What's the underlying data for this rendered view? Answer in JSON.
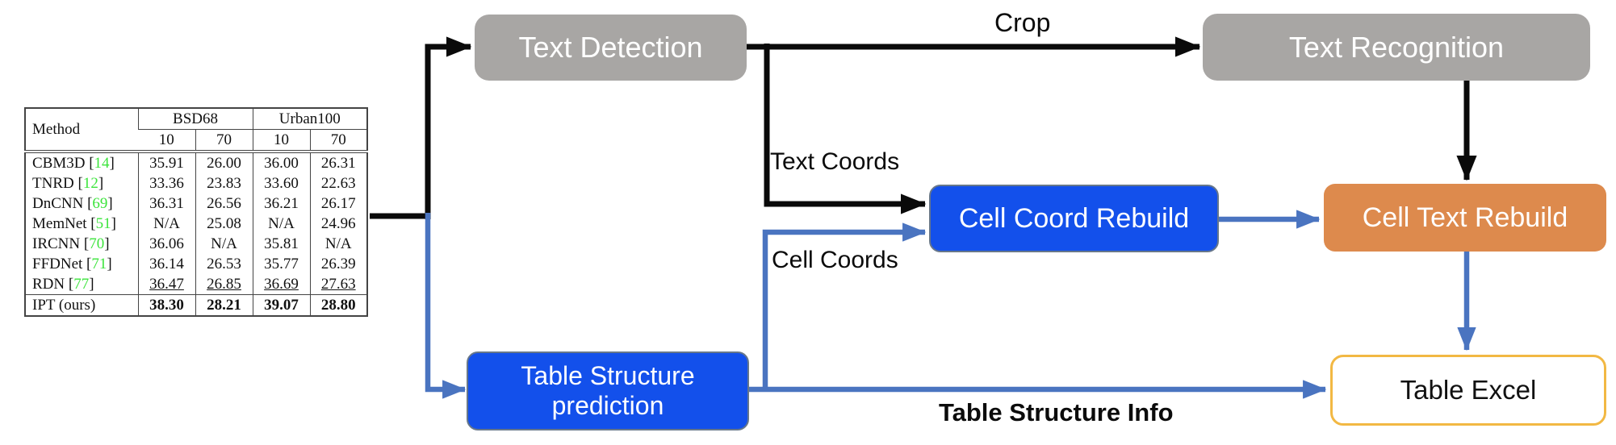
{
  "colors": {
    "box_gray": "#a8a6a4",
    "box_blue": "#1350eb",
    "box_orange": "#dd8a4d",
    "excel_border": "#f2b843",
    "arrow_blue": "#4a74c0",
    "arrow_black": "#0a0a0a",
    "citation_green": "#3ce43c"
  },
  "flow": {
    "text_detection": "Text Detection",
    "text_recognition": "Text Recognition",
    "cell_coord_rebuild": "Cell Coord Rebuild",
    "cell_text_rebuild": "Cell Text Rebuild",
    "table_structure_prediction_line1": "Table Structure",
    "table_structure_prediction_line2": "prediction",
    "table_excel": "Table Excel"
  },
  "edge_labels": {
    "crop": "Crop",
    "text_coords": "Text Coords",
    "cell_coords": "Cell Coords",
    "table_structure_info": "Table Structure Info"
  },
  "table": {
    "header": {
      "method": "Method",
      "groups": [
        {
          "label": "BSD68"
        },
        {
          "label": "Urban100"
        }
      ],
      "subs": [
        "10",
        "70",
        "10",
        "70"
      ]
    },
    "rows": [
      {
        "method": "CBM3D",
        "cite": "14",
        "values": [
          "35.91",
          "26.00",
          "36.00",
          "26.31"
        ]
      },
      {
        "method": "TNRD",
        "cite": "12",
        "values": [
          "33.36",
          "23.83",
          "33.60",
          "22.63"
        ]
      },
      {
        "method": "DnCNN",
        "cite": "69",
        "values": [
          "36.31",
          "26.56",
          "36.21",
          "26.17"
        ]
      },
      {
        "method": "MemNet",
        "cite": "51",
        "values": [
          "N/A",
          "25.08",
          "N/A",
          "24.96"
        ]
      },
      {
        "method": "IRCNN",
        "cite": "70",
        "values": [
          "36.06",
          "N/A",
          "35.81",
          "N/A"
        ]
      },
      {
        "method": "FFDNet",
        "cite": "71",
        "values": [
          "36.14",
          "26.53",
          "35.77",
          "26.39"
        ]
      },
      {
        "method": "RDN",
        "cite": "77",
        "values": [
          "36.47",
          "26.85",
          "36.69",
          "27.63"
        ],
        "style": "underline"
      },
      {
        "method": "IPT (ours)",
        "cite": null,
        "values": [
          "38.30",
          "28.21",
          "39.07",
          "28.80"
        ],
        "style": "bold",
        "separator_above": true
      }
    ]
  }
}
